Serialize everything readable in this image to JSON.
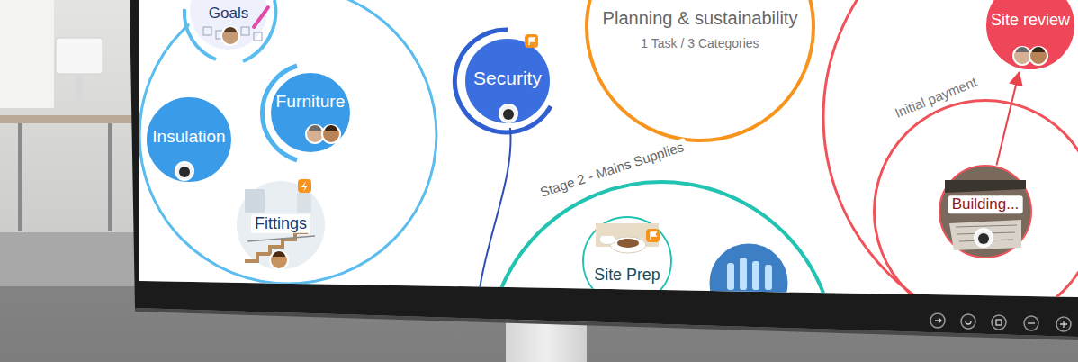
{
  "diagram": {
    "nodes": [
      {
        "text": [
          "Goals"
        ]
      },
      {
        "text": [
          "Furniture"
        ]
      },
      {
        "text": [
          "Insulation"
        ]
      },
      {
        "text": [
          "Fittings"
        ]
      },
      {
        "text": [
          "Security"
        ]
      },
      {
        "text": [
          "Planning & sustainability",
          "1 Task / 3 Categories"
        ]
      },
      {
        "text": [
          "Stage 2 - Mains Supplies"
        ]
      },
      {
        "text": [
          "Site Prep"
        ],
        "in": 6
      },
      {
        "text": [
          "Initial payment"
        ]
      },
      {
        "text": [
          "Building..."
        ],
        "in": 8
      },
      {
        "text": [
          "Site review"
        ]
      }
    ],
    "edges": [
      {
        "from": 9,
        "to": 10,
        "arrow": "to"
      }
    ]
  }
}
